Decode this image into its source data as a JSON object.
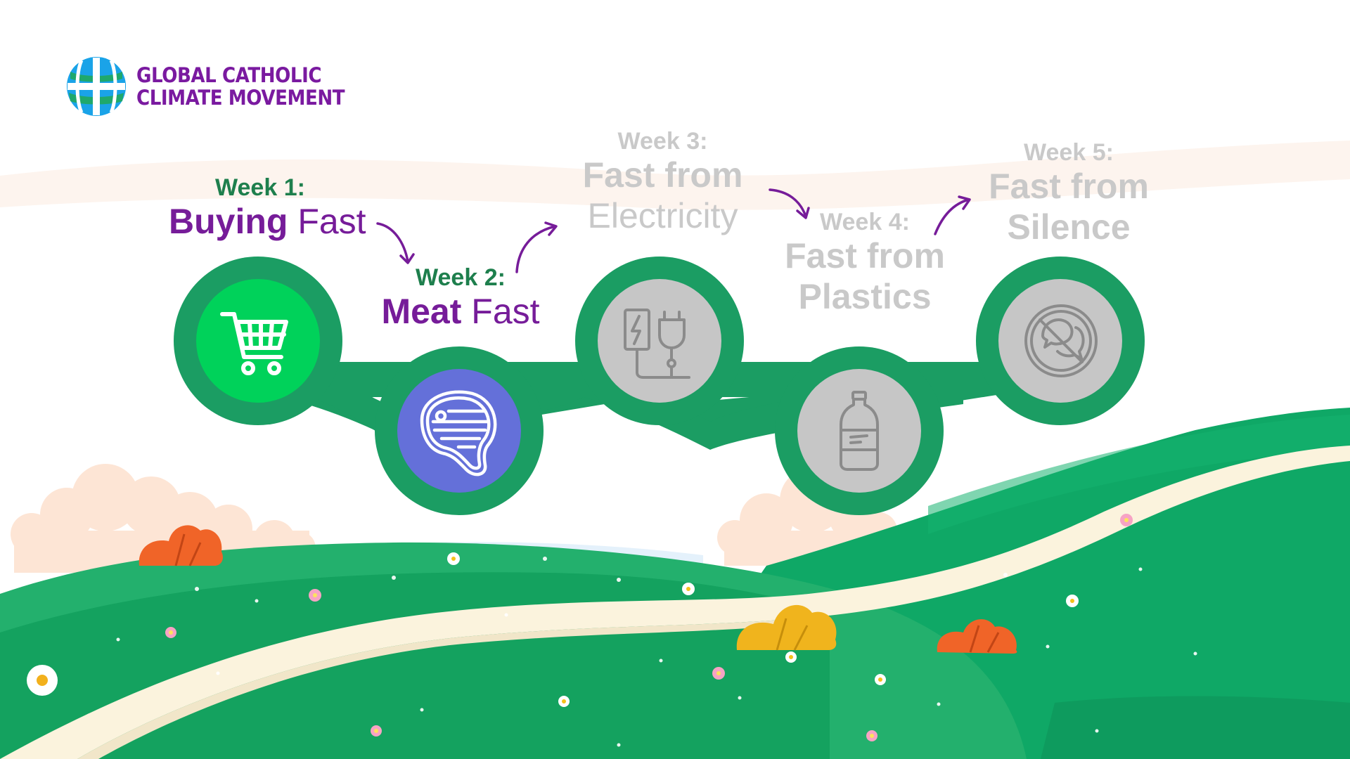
{
  "brand": {
    "name_line1": "GLOBAL CATHOLIC",
    "name_line2": "CLIMATE MOVEMENT",
    "icon": "globe-icon"
  },
  "colors": {
    "brand_purple": "#7a1aa0",
    "chain_green": "#1b9d63",
    "active_green": "#00d25a",
    "active_blue": "#6470d9",
    "inactive_grey": "#c6c6c6",
    "muted_text": "#c9c9c9",
    "meadow_green": "#1aa868",
    "path_cream": "#fbf3dd"
  },
  "weeks": [
    {
      "week_label": "Week 1:",
      "title_bold": "Buying",
      "title_rest": " Fast",
      "icon": "shopping-cart-icon",
      "status": "active"
    },
    {
      "week_label": "Week 2:",
      "title_bold": "Meat",
      "title_rest": " Fast",
      "icon": "steak-icon",
      "status": "active"
    },
    {
      "week_label": "Week 3:",
      "title_line1": "Fast from",
      "title_line2": "Electricity",
      "icon": "electric-plug-icon",
      "status": "upcoming"
    },
    {
      "week_label": "Week 4:",
      "title_line1": "Fast from",
      "title_line2": "Plastics",
      "icon": "plastic-bottle-icon",
      "status": "upcoming"
    },
    {
      "week_label": "Week 5:",
      "title_line1": "Fast from",
      "title_line2": "Silence",
      "icon": "no-talking-icon",
      "status": "upcoming"
    }
  ]
}
